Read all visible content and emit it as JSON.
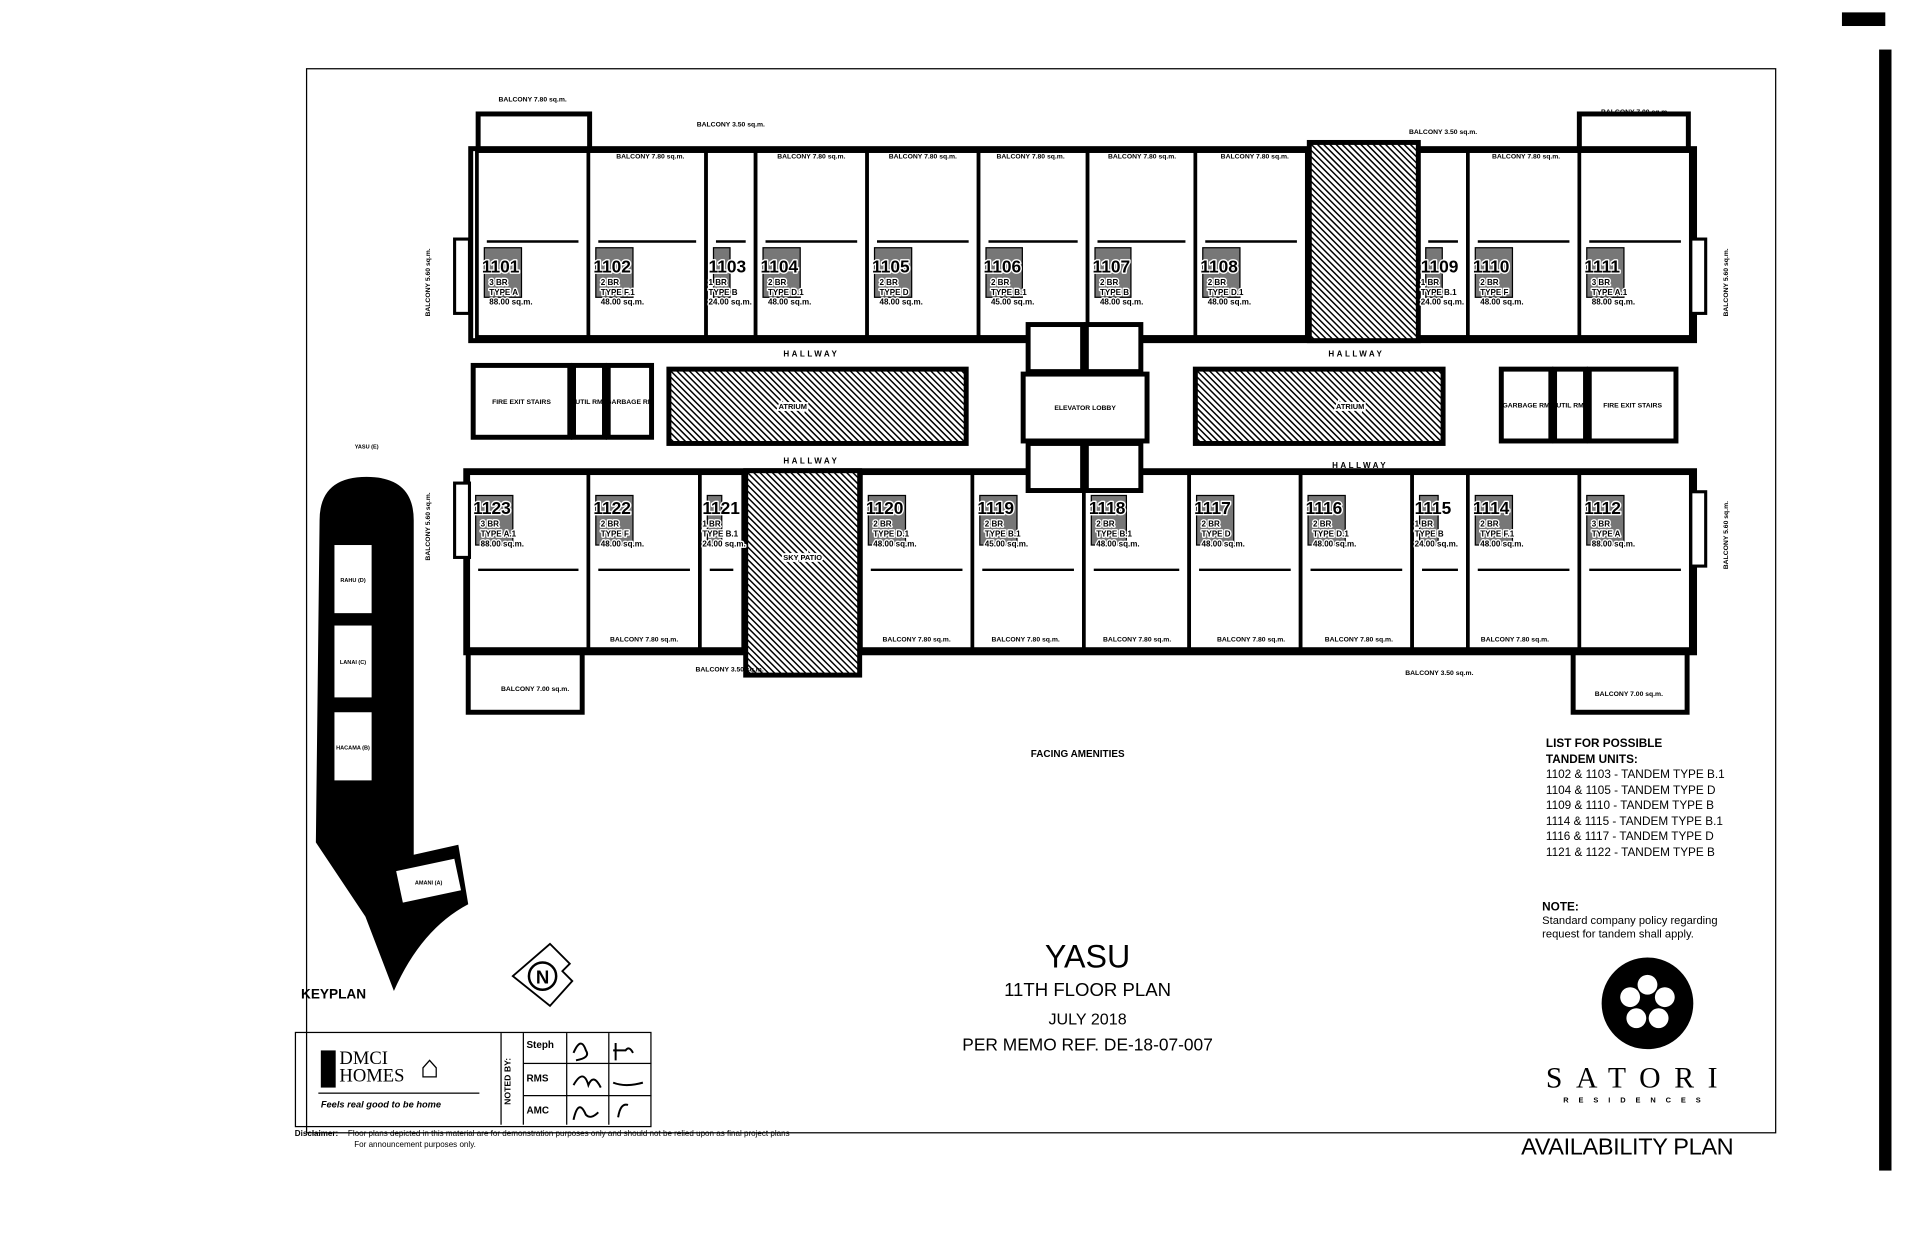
{
  "document": {
    "project": "YASU",
    "floor_plan": "11TH FLOOR PLAN",
    "date": "JULY 2018",
    "memo": "PER MEMO REF. DE-18-07-007",
    "footer_label": "AVAILABILITY PLAN",
    "facing_label": "FACING AMENITIES",
    "keyplan_label": "KEYPLAN",
    "disclaimer_label": "Disclaimer:",
    "disclaimer_line1": "Floor plans depicted in this material are for demonstration purposes only and should not be relied upon as final project plans",
    "disclaimer_line2": "For announcement purposes only."
  },
  "tandem": {
    "heading1": "LIST FOR POSSIBLE",
    "heading2": "TANDEM UNITS:",
    "items": [
      "1102 & 1103 - TANDEM TYPE B.1",
      "1104 & 1105 - TANDEM TYPE D",
      "1109 & 1110 - TANDEM TYPE B",
      "1114 & 1115 - TANDEM TYPE B.1",
      "1116 & 1117 - TANDEM TYPE D",
      "1121 & 1122 - TANDEM TYPE B"
    ]
  },
  "note": {
    "heading": "NOTE:",
    "line1": "Standard company policy regarding",
    "line2": "request for tandem shall apply."
  },
  "brand": {
    "satori": "SATORI",
    "residences": "RESIDENCES",
    "dmci_line1": "DMCI",
    "dmci_line2": "HOMES",
    "tagline": "Feels real good to be home"
  },
  "noted_by": {
    "label": "NOTED BY:",
    "names": [
      "Steph",
      "RMS",
      "AMC"
    ]
  },
  "units_top": [
    {
      "no": "1101",
      "br": "3 BR",
      "type": "TYPE A",
      "area": "88.00 sq.m."
    },
    {
      "no": "1102",
      "br": "2 BR",
      "type": "TYPE F.1",
      "area": "48.00 sq.m."
    },
    {
      "no": "1103",
      "br": "1 BR",
      "type": "TYPE B",
      "area": "24.00 sq.m."
    },
    {
      "no": "1104",
      "br": "2 BR",
      "type": "TYPE D.1",
      "area": "48.00 sq.m."
    },
    {
      "no": "1105",
      "br": "2 BR",
      "type": "TYPE D",
      "area": "48.00 sq.m."
    },
    {
      "no": "1106",
      "br": "2 BR",
      "type": "TYPE B.1",
      "area": "45.00 sq.m."
    },
    {
      "no": "1107",
      "br": "2 BR",
      "type": "TYPE B",
      "area": "48.00 sq.m."
    },
    {
      "no": "1108",
      "br": "2 BR",
      "type": "TYPE D.1",
      "area": "48.00 sq.m."
    },
    {
      "no": "1109",
      "br": "1 BR",
      "type": "TYPE B.1",
      "area": "24.00 sq.m."
    },
    {
      "no": "1110",
      "br": "2 BR",
      "type": "TYPE F",
      "area": "48.00 sq.m."
    },
    {
      "no": "1111",
      "br": "3 BR",
      "type": "TYPE A.1",
      "area": "88.00 sq.m."
    }
  ],
  "units_bottom": [
    {
      "no": "1123",
      "br": "3 BR",
      "type": "TYPE A.1",
      "area": "88.00 sq.m."
    },
    {
      "no": "1122",
      "br": "2 BR",
      "type": "TYPE F",
      "area": "48.00 sq.m."
    },
    {
      "no": "1121",
      "br": "1 BR",
      "type": "TYPE B.1",
      "area": "24.00 sq.m."
    },
    {
      "no": "1120",
      "br": "2 BR",
      "type": "TYPE D.1",
      "area": "48.00 sq.m."
    },
    {
      "no": "1119",
      "br": "2 BR",
      "type": "TYPE B.1",
      "area": "45.00 sq.m."
    },
    {
      "no": "1118",
      "br": "2 BR",
      "type": "TYPE B.1",
      "area": "48.00 sq.m."
    },
    {
      "no": "1117",
      "br": "2 BR",
      "type": "TYPE D",
      "area": "48.00 sq.m."
    },
    {
      "no": "1116",
      "br": "2 BR",
      "type": "TYPE D.1",
      "area": "48.00 sq.m."
    },
    {
      "no": "1115",
      "br": "1 BR",
      "type": "TYPE B",
      "area": "24.00 sq.m."
    },
    {
      "no": "1114",
      "br": "2 BR",
      "type": "TYPE F.1",
      "area": "48.00 sq.m."
    },
    {
      "no": "1112",
      "br": "3 BR",
      "type": "TYPE A",
      "area": "88.00 sq.m."
    }
  ],
  "balconies": [
    "BALCONY 7.80 sq.m.",
    "BALCONY 3.50 sq.m.",
    "BALCONY 7.80 sq.m.",
    "BALCONY 7.80 sq.m.",
    "BALCONY 7.80 sq.m.",
    "BALCONY 7.80 sq.m.",
    "BALCONY 7.80 sq.m.",
    "BALCONY 7.80 sq.m.",
    "BALCONY 3.50 sq.m.",
    "BALCONY 7.80 sq.m.",
    "BALCONY 7.00 sq.m.",
    "BALCONY 7.80 sq.m.",
    "BALCONY 3.50 sq.m.",
    "BALCONY 7.00 sq.m.",
    "BALCONY 7.80 sq.m.",
    "BALCONY 7.80 sq.m.",
    "BALCONY 7.80 sq.m.",
    "BALCONY 7.80 sq.m.",
    "BALCONY 7.80 sq.m.",
    "BALCONY 3.50 sq.m.",
    "BALCONY 7.80 sq.m.",
    "BALCONY 7.00 sq.m."
  ],
  "side_balconies": [
    "BALCONY 5.60 sq.m.",
    "BALCONY 5.60 sq.m.",
    "BALCONY 5.60 sq.m.",
    "BALCONY 5.60 sq.m."
  ],
  "common_areas": {
    "hallway": "HALLWAY",
    "elevator_lobby": "ELEVATOR LOBBY",
    "atrium": "ATRIUM",
    "sky_patio": "SKY PATIO",
    "fire_exit": "FIRE EXIT STAIRS",
    "util_rm": "UTIL RM",
    "garbage_rm": "GARBAGE RM"
  },
  "keyplan": {
    "buildings": [
      "YASU (E)",
      "RAHU (D)",
      "LANAI (C)",
      "HACAMA (B)",
      "AMANI (A)"
    ]
  },
  "north_label": "N",
  "colors": {
    "ink": "#000000",
    "paper": "#ffffff"
  }
}
